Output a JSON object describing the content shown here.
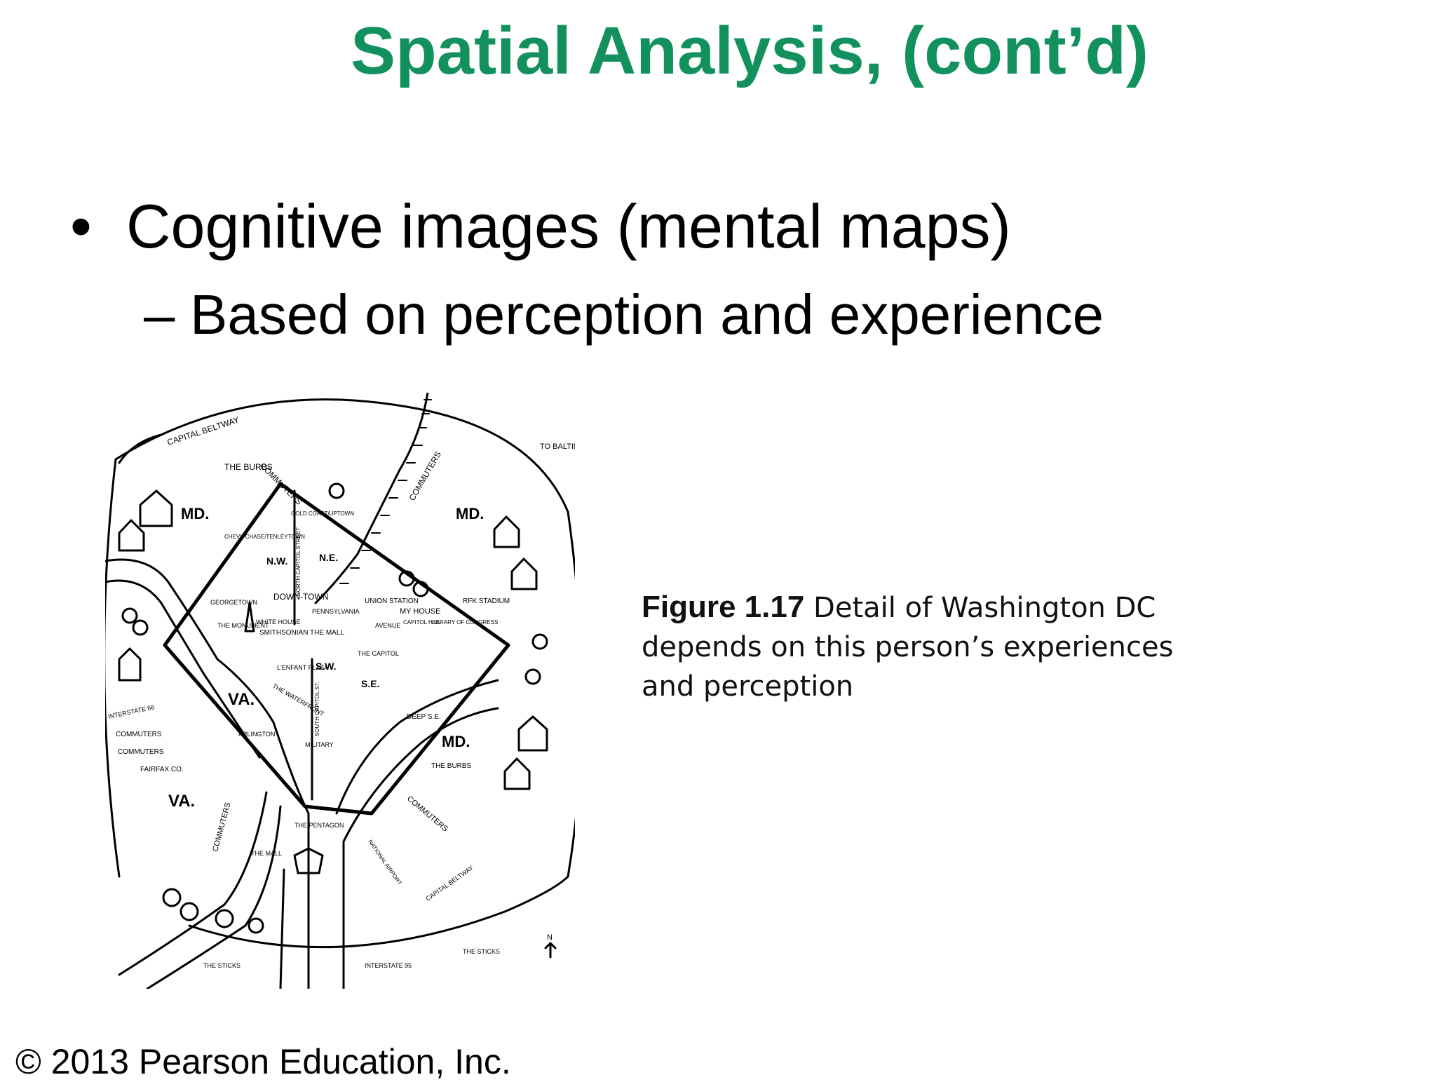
{
  "slide": {
    "title": "Spatial Analysis, (cont’d)",
    "bullet": "Cognitive images (mental maps)",
    "sub_bullet": "Based on perception and experience",
    "bullet_marker": "•",
    "sub_marker": "–"
  },
  "figure": {
    "caption_label": "Figure 1.17",
    "caption_text": "Detail of Washington DC depends on this person’s experiences and perception",
    "map_labels": {
      "capital_beltway_top": "CAPITAL BELTWAY",
      "the_burbs_top": "THE BURBS",
      "commuters_top": "COMMUTERS",
      "commuters_rail": "COMMUTERS",
      "md_left": "MD.",
      "md_right": "MD.",
      "md_lower_right": "MD.",
      "to_baltimore": "TO BALTIMORE",
      "nw": "N.W.",
      "ne": "N.E.",
      "se": "S.E.",
      "sw": "S.W.",
      "va_center": "VA.",
      "va_lower": "VA.",
      "downtown": "DOWN-TOWN",
      "union_station": "UNION STATION",
      "my_house": "MY HOUSE",
      "rfk_stadium": "RFK STADIUM",
      "white_house": "WHITE HOUSE",
      "smithsonian": "SMITHSONIAN THE MALL",
      "the_monument": "THE MONUMENT",
      "the_capitol": "THE CAPITOL",
      "georgetown": "GEORGETOWN",
      "chevy_chase": "CHEVY CHASE/TENLEYTOWN",
      "lenfant_plaza": "L'ENFANT PLAZA",
      "the_waterfront": "THE WATERFRONT",
      "arlington": "ARLINGTON",
      "interstate_66": "INTERSTATE 66",
      "commuters_va1": "COMMUTERS",
      "commuters_va2": "COMMUTERS",
      "fairfax": "FAIRFAX CO.",
      "commuters_sw": "COMMUTERS",
      "the_pentagon": "THE PENTAGON",
      "the_mall_va": "THE MALL",
      "deep_se": "DEEP S.E.",
      "the_burbs_right": "THE BURBS",
      "commuters_se": "COMMUTERS",
      "national_airport": "NATIONAL AIRPORT",
      "capital_beltway_bottom": "CAPITAL BELTWAY",
      "the_sticks_left": "THE STICKS",
      "the_sticks_right": "THE STICKS",
      "interstate_95": "INTERSTATE 95",
      "north": "N",
      "military": "MILITARY",
      "north_capitol": "NORTH CAPITOL STREET",
      "south_capitol": "SOUTH CAPITOL ST.",
      "gold_coast": "GOLD COAST/UPTOWN",
      "pennsylvania": "PENNSYLVANIA",
      "avenue": "AVENUE",
      "capitol_hill": "CAPITOL HILL",
      "library_of_congress": "LIBRARY OF CONGRESS"
    }
  },
  "footer": {
    "copyright": "© 2013 Pearson Education, Inc."
  }
}
